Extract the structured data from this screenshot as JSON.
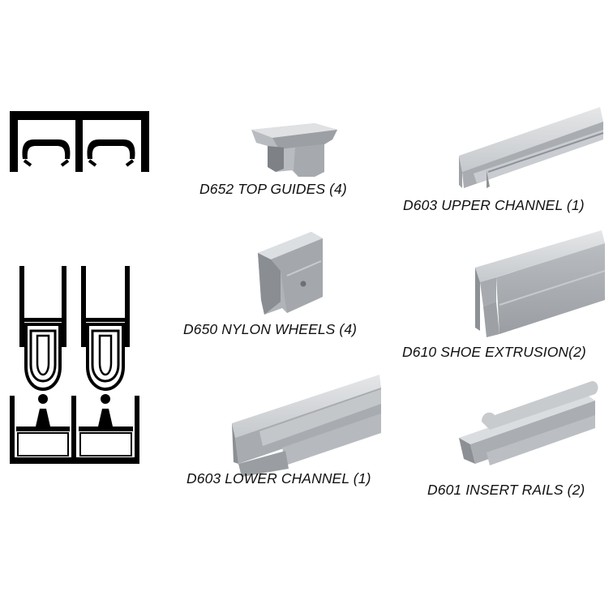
{
  "colors": {
    "metal_light": "#cdd0d3",
    "metal_mid": "#a9adb1",
    "metal_dark": "#7f8387",
    "outline": "#000000",
    "background": "#ffffff"
  },
  "cross_sections": [
    {
      "name": "top-track-cross-section",
      "depicts": "upper channel with top guides"
    },
    {
      "name": "bottom-track-cross-section",
      "depicts": "shoe extrusion, nylon wheels, insert rails and lower channel"
    }
  ],
  "parts": [
    {
      "key": "top_guides",
      "label": "D652 TOP GUIDES (4)"
    },
    {
      "key": "upper_channel",
      "label": "D603 UPPER CHANNEL (1)"
    },
    {
      "key": "nylon_wheels",
      "label": "D650 NYLON WHEELS (4)"
    },
    {
      "key": "shoe_extrusion",
      "label": "D610 SHOE EXTRUSION(2)"
    },
    {
      "key": "lower_channel",
      "label": "D603 LOWER CHANNEL (1)"
    },
    {
      "key": "insert_rails",
      "label": "D601 INSERT RAILS (2)"
    }
  ]
}
